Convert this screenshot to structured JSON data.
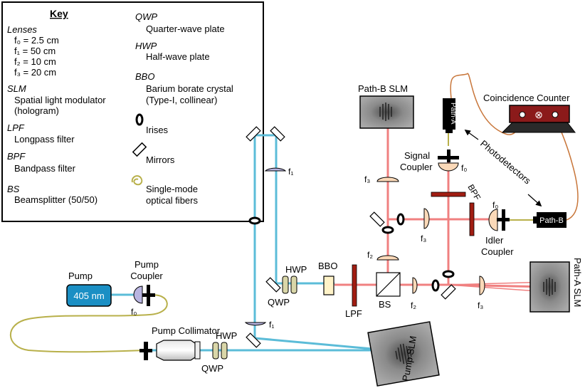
{
  "colors": {
    "pump_beam": "#5bbcd8",
    "photon_beam": "#f08080",
    "fiber": "#b8b04a",
    "cable": "#c8763a",
    "counter_body": "#8b1a1a",
    "filter_red": "#a11d12",
    "pump_box": "#1b8fc4",
    "lens_blue": "#b8b4e0",
    "lens_peach": "#fbd9b8",
    "waveplate": "#d9d6a8",
    "bbo": "#fff3c8"
  },
  "icons": [
    "lens-icon",
    "mirror-icon",
    "iris-icon",
    "fiber-coil-icon",
    "waveplate-icon",
    "filter-icon",
    "beamsplitter-icon",
    "slm-hologram-icon",
    "photodetector-icon",
    "coincidence-counter-icon"
  ],
  "key": {
    "title": "Key",
    "lenses_head": "Lenses",
    "lens_f0": "f₀ = 2.5 cm",
    "lens_f1": "f₁ = 50 cm",
    "lens_f2": "f₂ = 10 cm",
    "lens_f3": "f₃ = 20 cm",
    "slm_head": "SLM",
    "slm_desc_1": "Spatial light modulator",
    "slm_desc_2": "(hologram)",
    "lpf_head": "LPF",
    "lpf_desc": "Longpass filter",
    "bpf_head": "BPF",
    "bpf_desc": "Bandpass filter",
    "bs_head": "BS",
    "bs_desc": "Beamsplitter (50/50)",
    "qwp_head": "QWP",
    "qwp_desc": "Quarter-wave plate",
    "hwp_head": "HWP",
    "hwp_desc": "Half-wave plate",
    "bbo_head": "BBO",
    "bbo_desc_1": "Barium borate crystal",
    "bbo_desc_2": "(Type-I, collinear)",
    "irises": "Irises",
    "mirrors": "Mirrors",
    "fiber_1": "Single-mode",
    "fiber_2": "optical fibers"
  },
  "labels": {
    "pump": "Pump",
    "pump_nm": "405 nm",
    "pump_coupler_1": "Pump",
    "pump_coupler_2": "Coupler",
    "f0_pump": "f₀",
    "pump_collimator": "Pump Collimator",
    "hwp_bottom": "HWP",
    "qwp_bottom": "QWP",
    "f1_top": "f₁",
    "f1_bottom": "f₁",
    "hwp_mid": "HWP",
    "qwp_mid": "QWP",
    "bbo": "BBO",
    "lpf": "LPF",
    "bs": "BS",
    "f2_right": "f₂",
    "f2_top": "f₂",
    "f3_right": "f₃",
    "f3_upper": "f₃",
    "f3_mid": "f₃",
    "pump_slm": "Pump SLM",
    "path_b_slm": "Path-B SLM",
    "path_a_slm": "Path-A SLM",
    "path_a_det": "Path-A",
    "path_b_det": "Path-B",
    "signal_coupler_1": "Signal",
    "signal_coupler_2": "Coupler",
    "f0_signal": "f₀",
    "idler_coupler_1": "Idler",
    "idler_coupler_2": "Coupler",
    "f0_idler": "f₀",
    "bpf": "BPF",
    "photodetectors": "Photodetectors",
    "coincidence_counter": "Coincidence Counter",
    "counter_symbol": "⊗"
  }
}
